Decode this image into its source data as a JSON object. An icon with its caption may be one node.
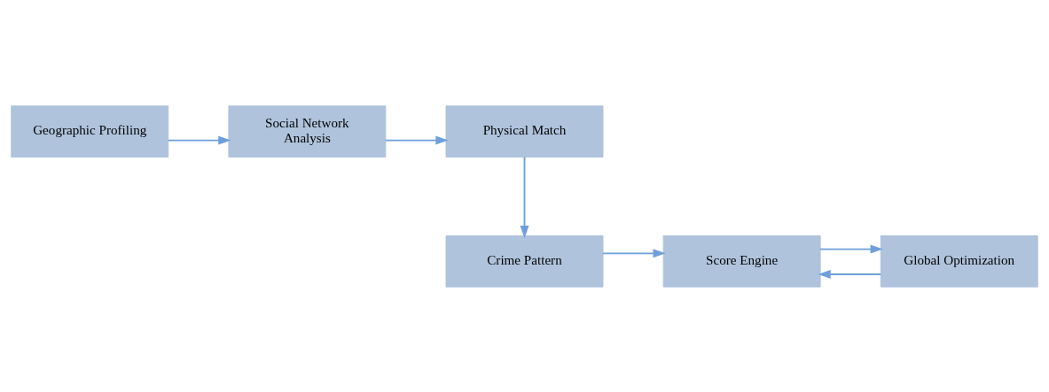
{
  "diagram": {
    "nodes": [
      {
        "text": [
          "Geographic Profiling"
        ]
      },
      {
        "text": [
          "Social Network Analysis"
        ]
      },
      {
        "text": [
          "Physical Match"
        ]
      },
      {
        "text": [
          "Crime Pattern"
        ]
      },
      {
        "text": [
          "Score Engine"
        ]
      },
      {
        "text": [
          "Global Optimization"
        ]
      }
    ],
    "edges": [
      {
        "from": 0,
        "to": 1,
        "arrow": "to"
      },
      {
        "from": 1,
        "to": 2,
        "arrow": "to"
      },
      {
        "from": 2,
        "to": 3,
        "arrow": "to"
      },
      {
        "from": 3,
        "to": 4,
        "arrow": "to"
      },
      {
        "from": 4,
        "to": 5,
        "arrow": "to"
      },
      {
        "from": 5,
        "to": 4,
        "arrow": "to"
      }
    ]
  }
}
